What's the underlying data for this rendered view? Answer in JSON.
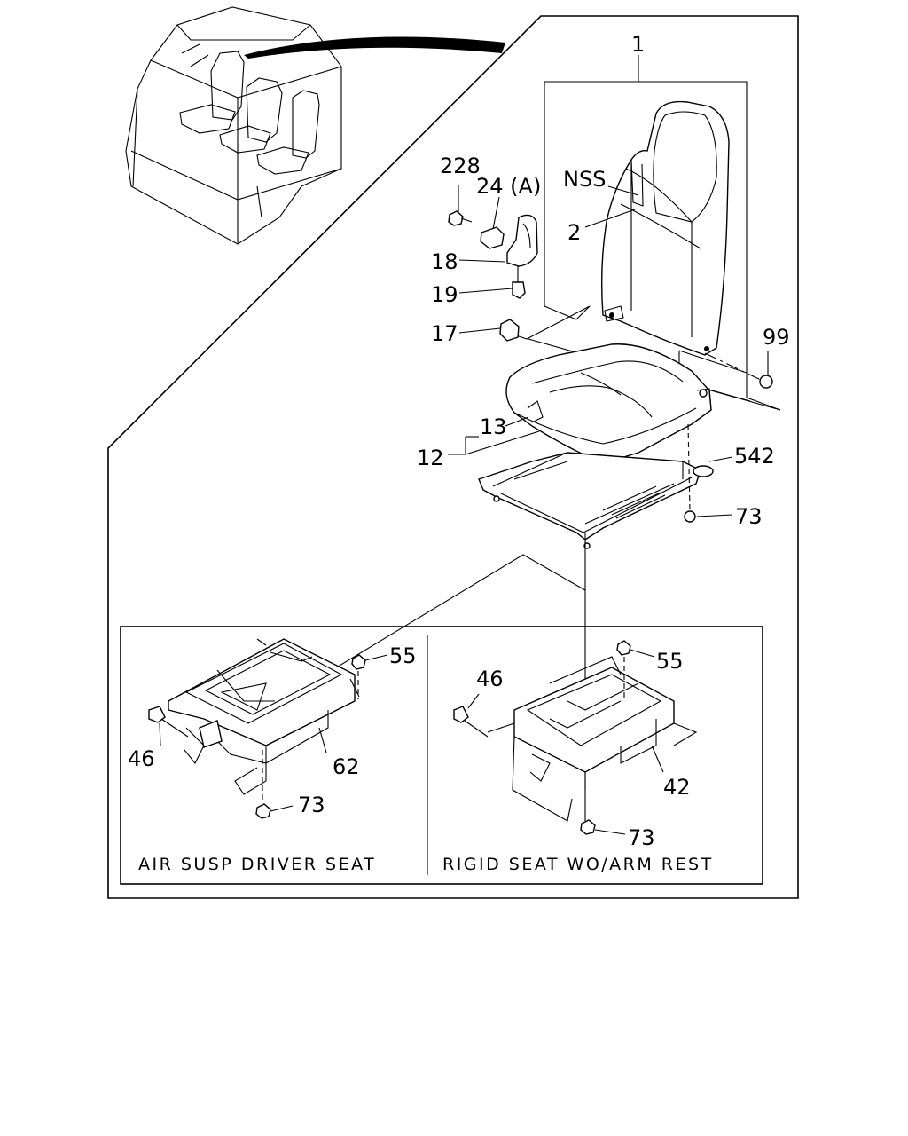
{
  "callouts": {
    "c1": "1",
    "c2": "2",
    "cnss": "NSS",
    "c228": "228",
    "c24a": "24 (A)",
    "c18": "18",
    "c19": "19",
    "c17": "17",
    "c99": "99",
    "c13": "13",
    "c12": "12",
    "c542": "542",
    "c73a": "73",
    "c55l": "55",
    "c46l": "46",
    "c62": "62",
    "c73l": "73",
    "c55r": "55",
    "c46r": "46",
    "c42": "42",
    "c73r": "73"
  },
  "captions": {
    "left": "AIR SUSP DRIVER SEAT",
    "right": "RIGID SEAT WO/ARM REST"
  }
}
